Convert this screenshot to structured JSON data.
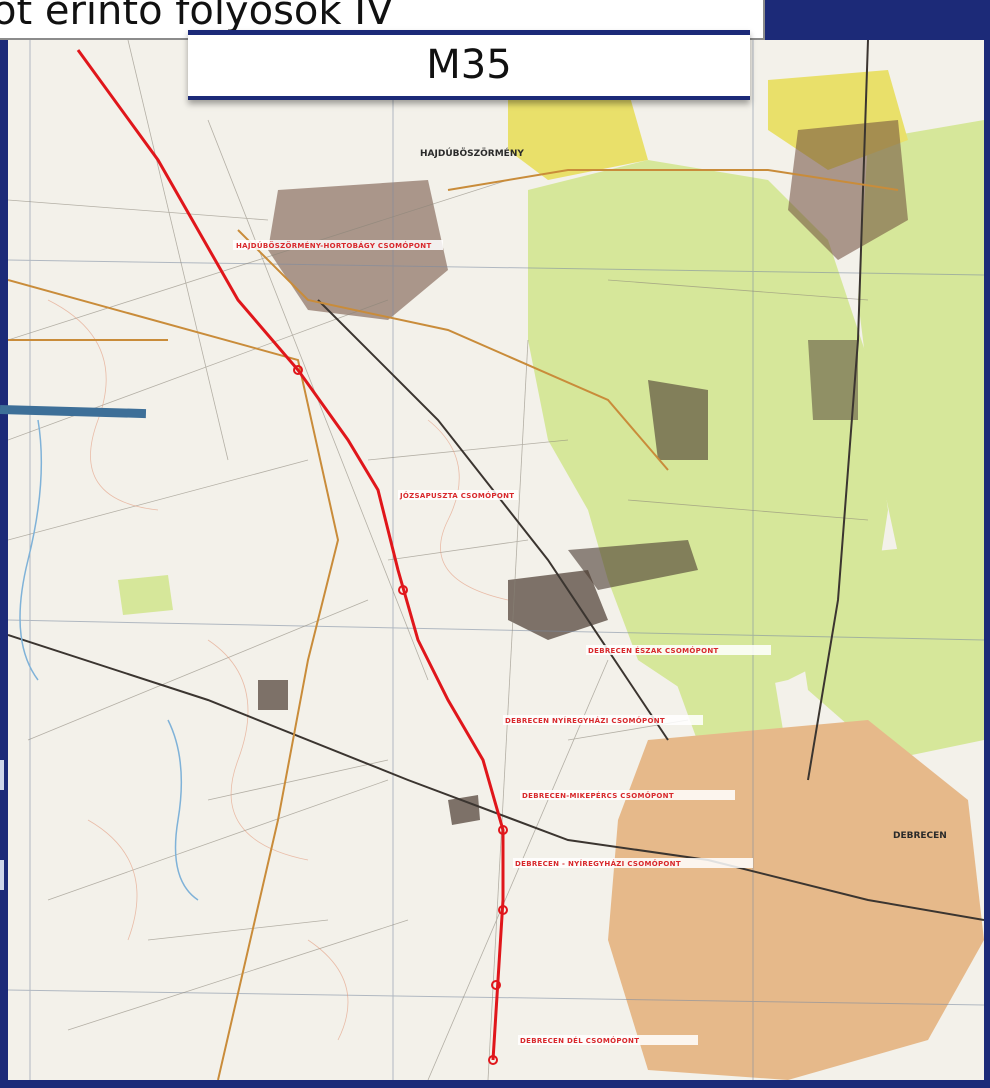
{
  "slide": {
    "title": "ot érintő folyosók IV",
    "route_label": "M35"
  },
  "map": {
    "labels": [
      "HAJDÚBÖSZÖRMÉNY",
      "DEBRECEN",
      "HAJDÚBÖSZÖRMÉNY-HORTOBÁGY CSOMÓPONT",
      "JÓZSAPUSZTA CSOMÓPONT",
      "DEBRECEN ÉSZAK CSOMÓPONT",
      "DEBRECEN NYÍREGYHÁZI CSOMÓPONT",
      "DEBRECEN-MIKEPÉRCS CSOMÓPONT",
      "DEBRECEN - NYÍREGYHÁZI CSOMÓPONT",
      "DEBRECEN DÉL CSOMÓPONT"
    ]
  },
  "colors": {
    "background": "#1c2a78",
    "route": "#e0161b",
    "forest": "#d6e79a",
    "urban": "#e6b98a",
    "pointer": "#3d6f98"
  }
}
